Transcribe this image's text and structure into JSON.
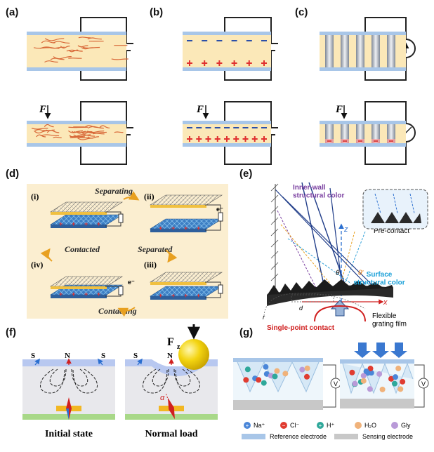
{
  "panels": {
    "a": {
      "label": "(a)"
    },
    "b": {
      "label": "(b)"
    },
    "c": {
      "label": "(c)"
    },
    "force": "F",
    "d": {
      "label": "(d)",
      "states": [
        "(i)",
        "(ii)",
        "(iii)",
        "(iv)"
      ],
      "separating": "Separating",
      "contacted": "Contacted",
      "separated": "Separated",
      "contacting": "Contacting",
      "electron": "e⁻"
    },
    "e": {
      "label": "(e)",
      "inner_wall": "Inner-wall\nstructural color",
      "pre_contact": "Pre-contact",
      "surface": "Surface\nstructural color",
      "single_point": "Single-point contact",
      "grating": "Flexible\ngrating film",
      "z": "z",
      "x": "x",
      "theta": "θ",
      "theta_prime": "θ'",
      "d": "d",
      "r": "r"
    },
    "f": {
      "label": "(f)",
      "s": "S",
      "n": "N",
      "initial": "Initial state",
      "normal": "Normal load",
      "fz": "F",
      "fz_sub": "z",
      "alpha": "α"
    },
    "g": {
      "label": "(g)",
      "v": "V",
      "legend": [
        {
          "sym": "+",
          "name": "Na⁺",
          "color": "#4a86d8"
        },
        {
          "sym": "−",
          "name": "Cl⁻",
          "color": "#e03c31"
        },
        {
          "sym": "+",
          "name": "H⁺",
          "color": "#2fa89a"
        },
        {
          "sym": "",
          "name": "H₂O",
          "color": "#f0b27a"
        },
        {
          "sym": "",
          "name": "Gly",
          "color": "#b99ad8"
        }
      ],
      "ref_electrode": "Reference electrode",
      "sense_electrode": "Sensing electrode"
    }
  },
  "colors": {
    "plate": "#a8c6e8",
    "dielectric": "#fbe8b8",
    "positive": "#e03030",
    "negative": "#2b4fa8",
    "fiber": "#d86838",
    "panel_d_bg": "#fbeed0",
    "magnet": "#b8c8f0",
    "substrate_green": "#a8d888",
    "sensor_gold": "#f2b722",
    "sphere": "#f3d410"
  }
}
